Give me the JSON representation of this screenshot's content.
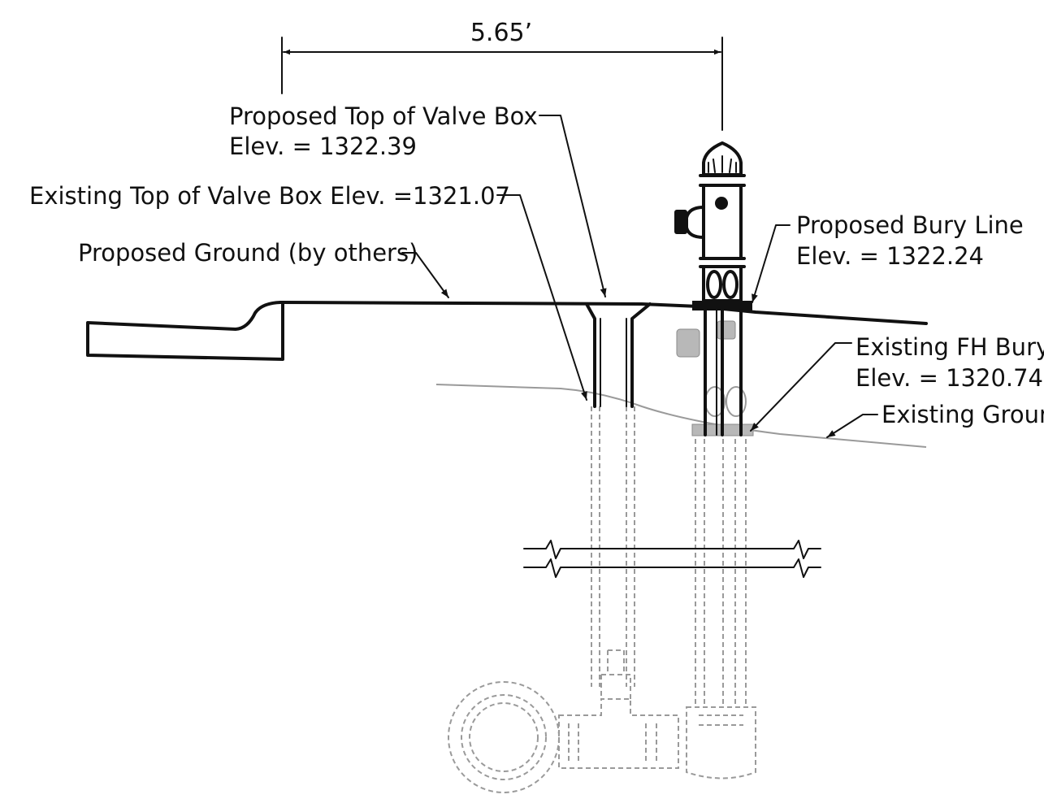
{
  "dimension": {
    "text": "5.65’"
  },
  "labels": {
    "proposed_top_valve_box_line1": "Proposed Top of Valve Box",
    "proposed_top_valve_box_line2": "Elev. = 1322.39",
    "existing_top_valve_box": "Existing Top of Valve Box Elev. =1321.07",
    "proposed_ground": "Proposed Ground (by others)",
    "proposed_bury_line1": "Proposed Bury Line",
    "proposed_bury_line2": "Elev. = 1322.24",
    "existing_fh_bury_line1": "Existing FH Bury",
    "existing_fh_bury_line2": "Elev. = 1320.74",
    "existing_ground": "Existing Ground"
  },
  "colors": {
    "line": "#111111",
    "existing": "#9a9a9a",
    "background": "#ffffff"
  }
}
